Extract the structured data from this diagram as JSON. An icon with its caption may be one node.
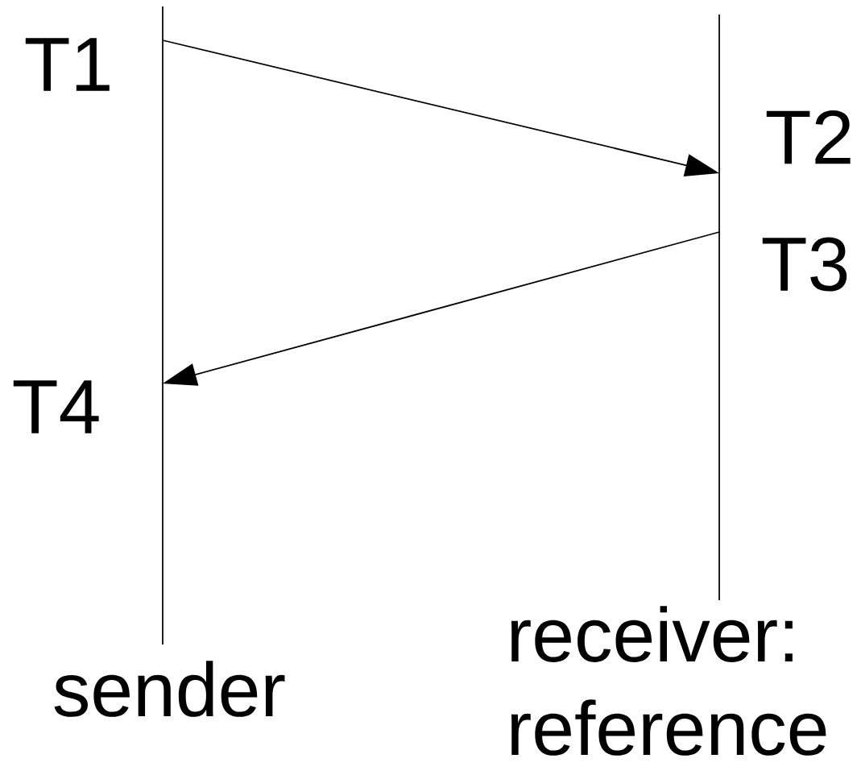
{
  "diagram": {
    "nodes": [
      {
        "text": [
          "sender"
        ]
      },
      {
        "text": [
          "receiver: reference"
        ]
      }
    ],
    "edges": [
      {
        "from": 0,
        "to": 1,
        "arrow": "to"
      },
      {
        "from": 1,
        "to": 0,
        "arrow": "to"
      }
    ],
    "labels": [
      "T1",
      "T2",
      "T3",
      "T4"
    ]
  }
}
